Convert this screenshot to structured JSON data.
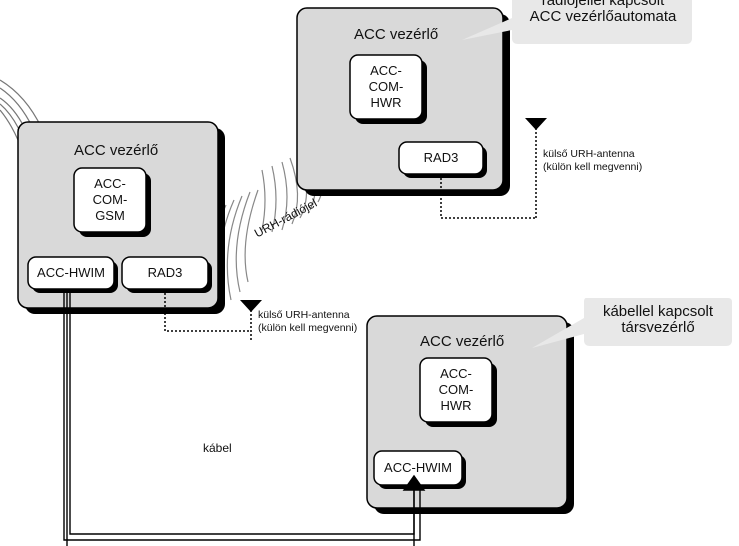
{
  "controllers": [
    {
      "title": "ACC vezérlő",
      "comm_module": "ACC-\nCOM-\nGSM",
      "modules": [
        "ACC-HWIM",
        "RAD3"
      ]
    },
    {
      "title": "ACC vezérlő",
      "comm_module": "ACC-\nCOM-\nHWR",
      "modules": [
        "RAD3"
      ]
    },
    {
      "title": "ACC vezérlő",
      "comm_module": "ACC-\nCOM-\nHWR",
      "modules": [
        "ACC-HWIM"
      ]
    }
  ],
  "callouts": {
    "radio": "rádiójellel kapcsolt\nACC vezérlőautomata",
    "cable": "kábellel kapcsolt\ntársvezérlő"
  },
  "antenna_label": "külső URH-antenna\n(külön kell megvenni)",
  "radio_signal_label": "URH-rádiójel",
  "cable_label": "kábel",
  "colors": {
    "box_fill": "#d9d9d9",
    "shadow": "#000000",
    "module_fill": "#ffffff",
    "callout_fill": "#e8e8e8"
  }
}
